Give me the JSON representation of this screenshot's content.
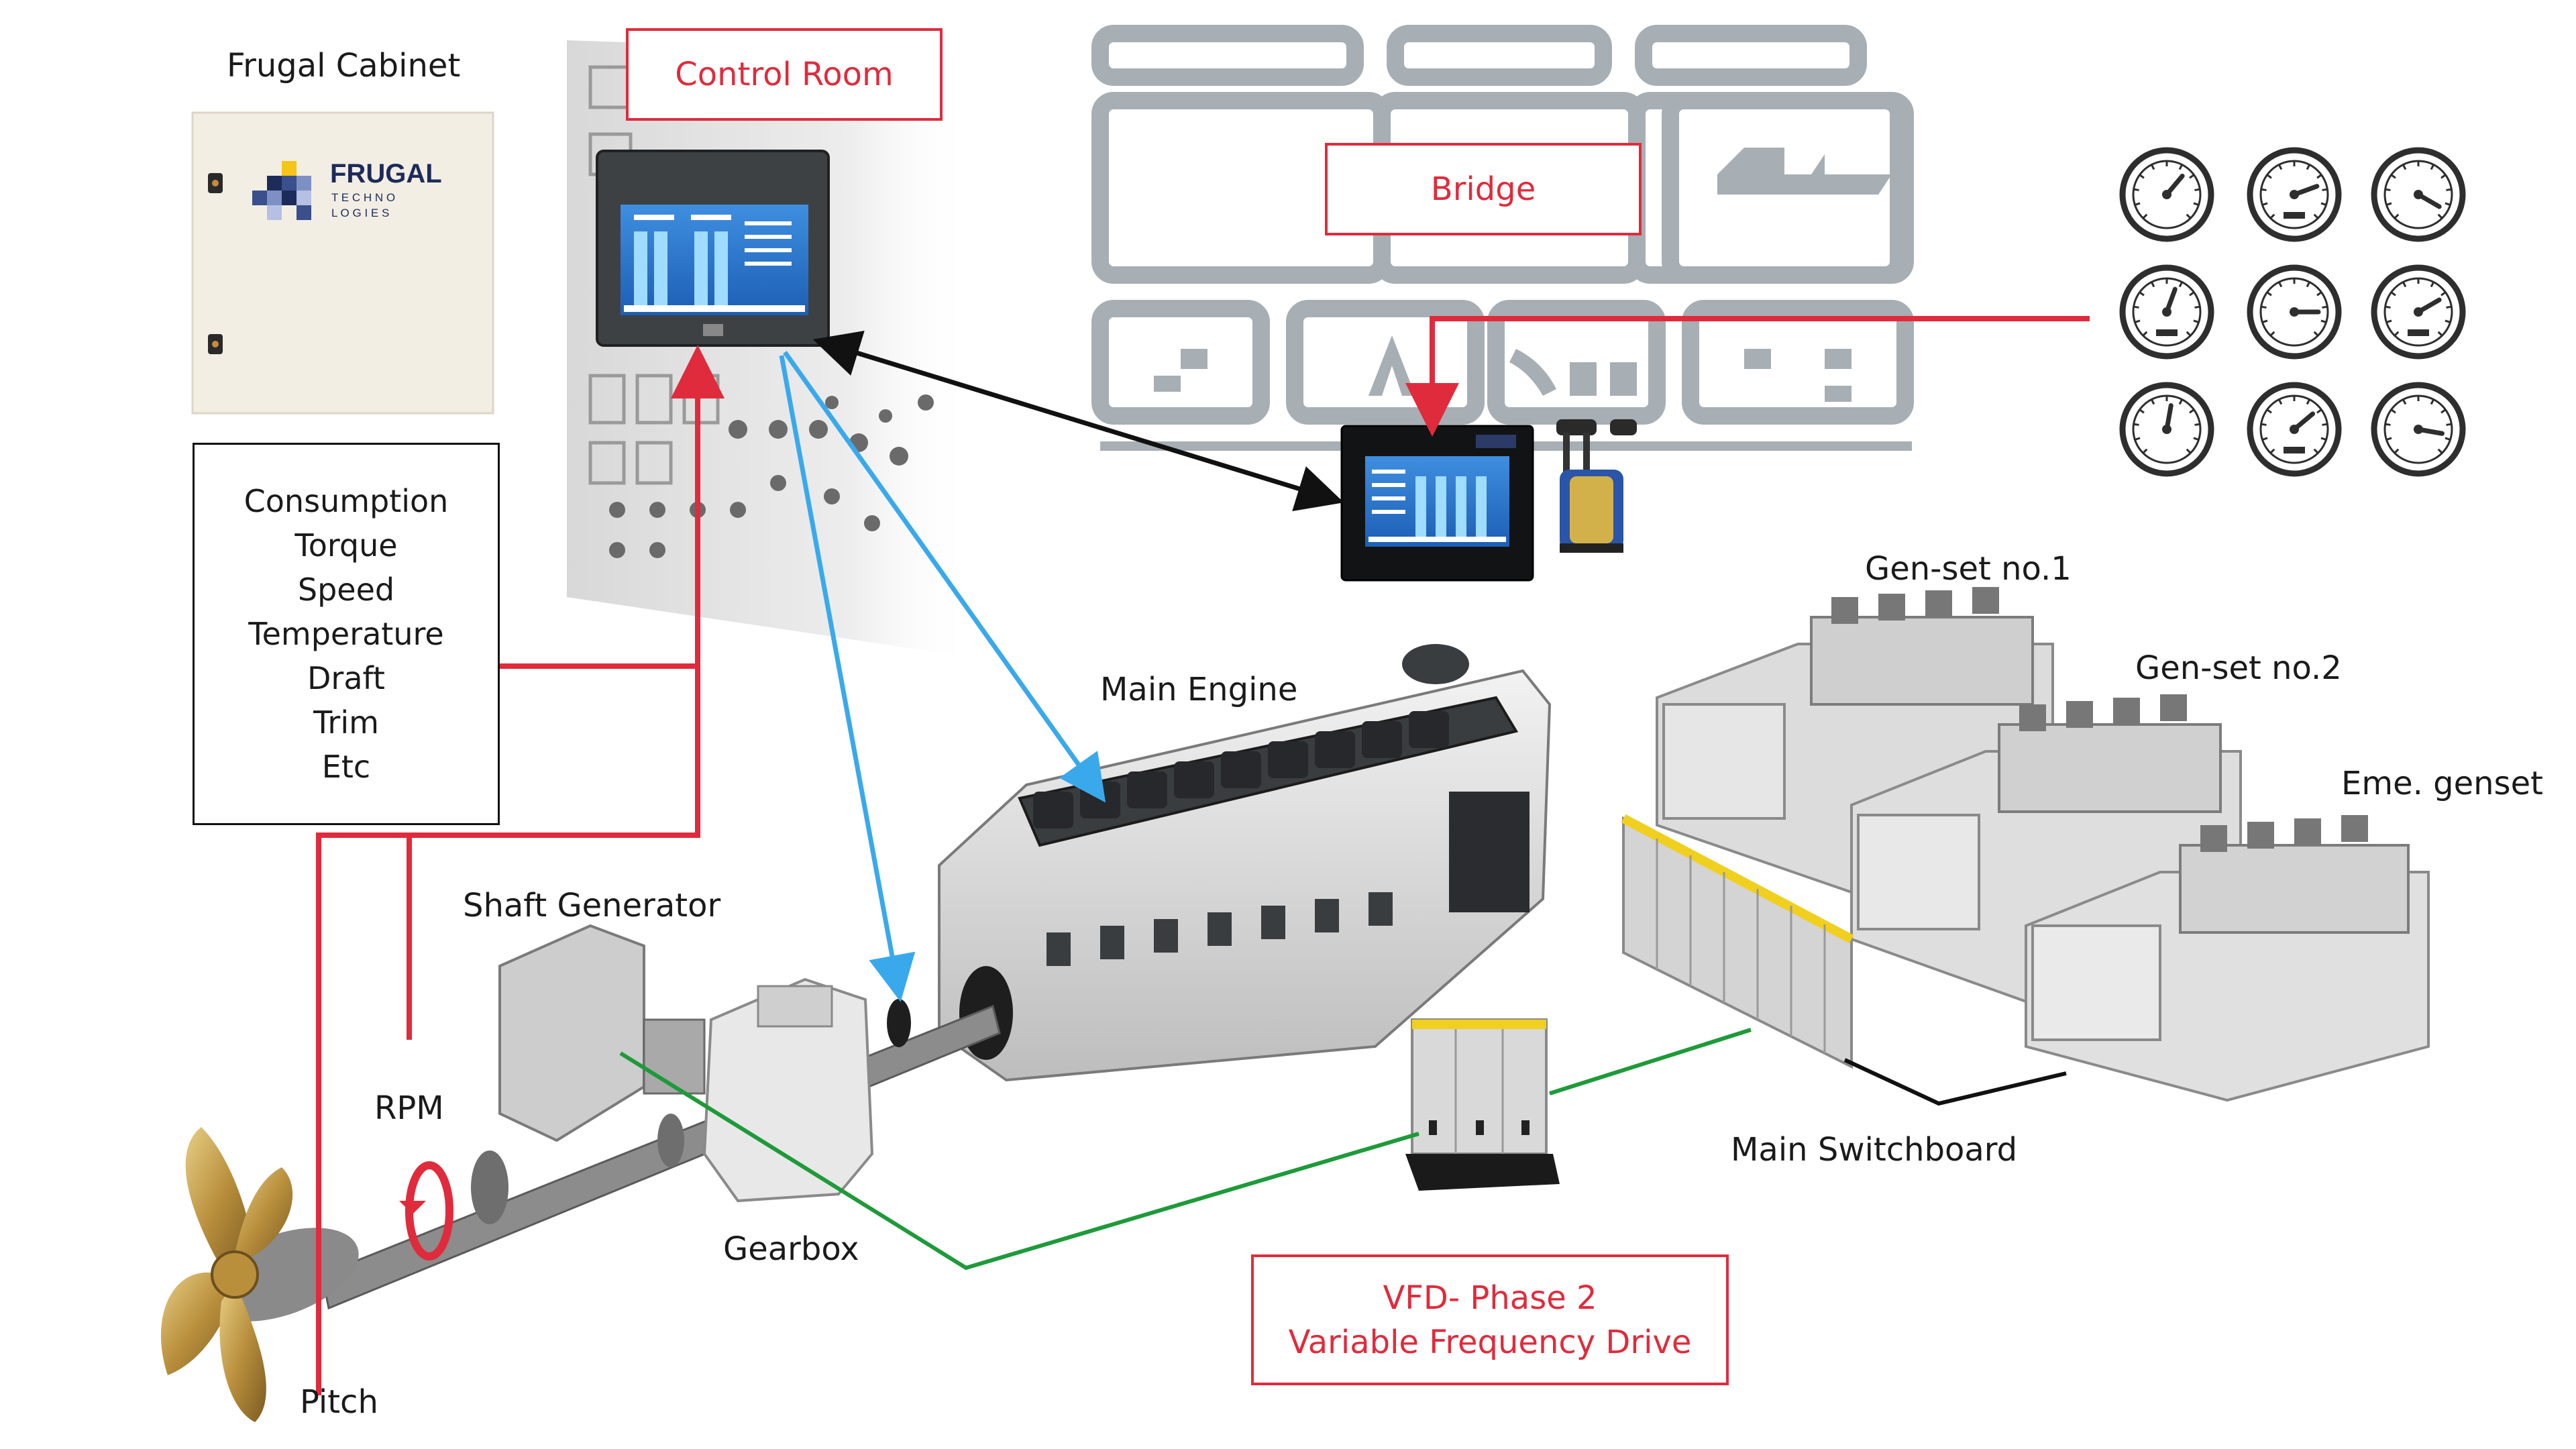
{
  "labels": {
    "frugal_cabinet": "Frugal Cabinet",
    "control_room": "Control Room",
    "bridge": "Bridge",
    "main_engine": "Main Engine",
    "shaft_generator": "Shaft Generator",
    "gearbox": "Gearbox",
    "rpm": "RPM",
    "pitch": "Pitch",
    "gen_set_1": "Gen-set no.1",
    "gen_set_2": "Gen-set no.2",
    "eme_genset": "Eme. genset",
    "main_switchboard": "Main Switchboard",
    "vfd_line1": "VFD- Phase 2",
    "vfd_line2": "Variable Frequency Drive"
  },
  "parameters": [
    "Consumption",
    "Torque",
    "Speed",
    "Temperature",
    "Draft",
    "Trim",
    "Etc"
  ],
  "cabinet_logo": {
    "brand": "FRUGAL",
    "sub_line1": "T E C H N O",
    "sub_line2": "L O G I E S"
  },
  "colors": {
    "accent_red": "#e02b3c",
    "data_blue": "#3aa9ec",
    "power_green": "#1e9a3a",
    "link_black": "#111111"
  },
  "icons": [
    "gauge-icon",
    "panel-display-icon",
    "engine-icon",
    "propeller-icon",
    "switchboard-icon",
    "throttle-lever-icon"
  ]
}
